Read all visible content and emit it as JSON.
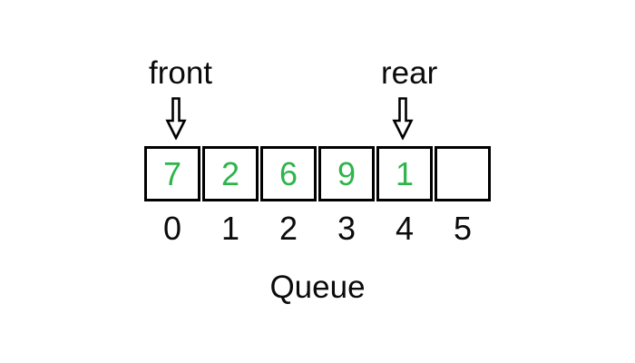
{
  "diagram": {
    "title": "Queue",
    "front_pointer": {
      "label": "front",
      "points_to_index": "0"
    },
    "rear_pointer": {
      "label": "rear",
      "points_to_index": "4"
    },
    "cells": [
      {
        "value": "7",
        "index": "0"
      },
      {
        "value": "2",
        "index": "1"
      },
      {
        "value": "6",
        "index": "2"
      },
      {
        "value": "9",
        "index": "3"
      },
      {
        "value": "1",
        "index": "4"
      },
      {
        "value": "",
        "index": "5"
      }
    ],
    "caption": "Queue",
    "colors": {
      "value_text": "#2db54b",
      "outline": "#000000",
      "background": "#ffffff"
    }
  }
}
